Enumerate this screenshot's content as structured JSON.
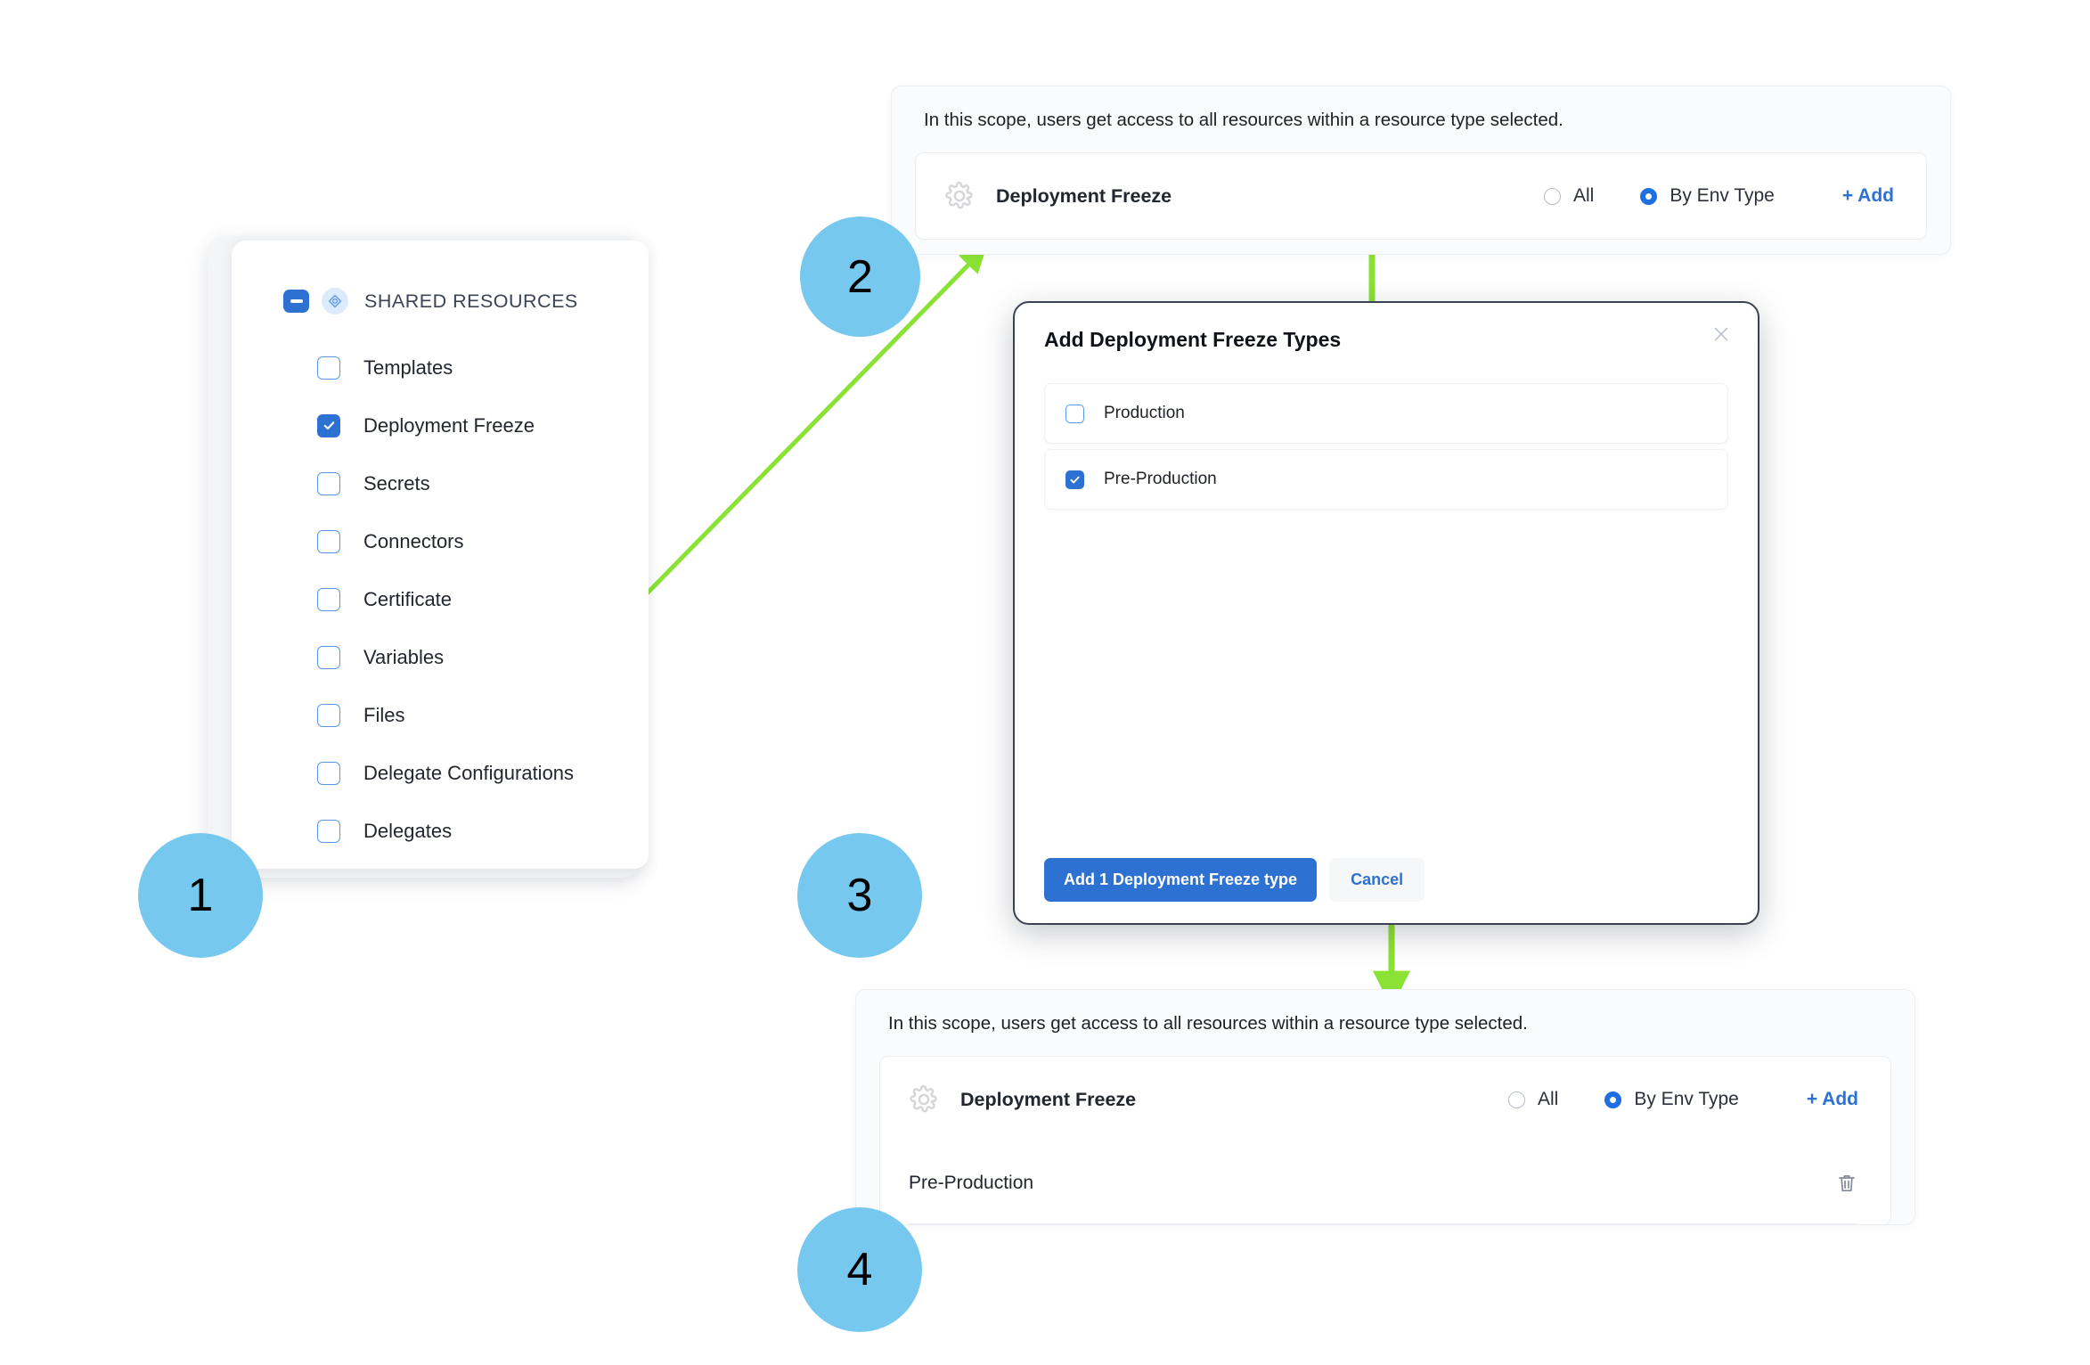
{
  "theme": {
    "accent_blue": "#2d72d2",
    "step_circle_blue": "#77c8ef",
    "arrow_green": "#8ae234",
    "panel_bg": "#fafbfc"
  },
  "steps": [
    {
      "number": "1"
    },
    {
      "number": "2"
    },
    {
      "number": "3"
    },
    {
      "number": "4"
    }
  ],
  "shared_resources_card": {
    "header": {
      "title": "SHARED RESOURCES",
      "collapse_icon": "minus-icon",
      "badge_icon": "shared-resources-icon"
    },
    "items": [
      {
        "label": "Templates",
        "checked": false
      },
      {
        "label": "Deployment Freeze",
        "checked": true
      },
      {
        "label": "Secrets",
        "checked": false
      },
      {
        "label": "Connectors",
        "checked": false
      },
      {
        "label": "Certificate",
        "checked": false
      },
      {
        "label": "Variables",
        "checked": false
      },
      {
        "label": "Files",
        "checked": false
      },
      {
        "label": "Delegate Configurations",
        "checked": false
      },
      {
        "label": "Delegates",
        "checked": false
      }
    ]
  },
  "scope_panel_top": {
    "note": "In this scope, users get access to all resources within a resource type selected.",
    "resource_name": "Deployment Freeze",
    "gear_icon": "gear-icon",
    "radio_all": "All",
    "radio_by_env_type": "By Env Type",
    "selected_radio": "By Env Type",
    "add_label": "+ Add"
  },
  "modal": {
    "title": "Add Deployment Freeze Types",
    "close_icon": "close-icon",
    "options": [
      {
        "label": "Production",
        "checked": false
      },
      {
        "label": "Pre-Production",
        "checked": true
      }
    ],
    "primary_button": "Add 1 Deployment Freeze type",
    "secondary_button": "Cancel"
  },
  "scope_panel_bottom": {
    "note": "In this scope, users get access to all resources within a resource type selected.",
    "resource_name": "Deployment Freeze",
    "gear_icon": "gear-icon",
    "radio_all": "All",
    "radio_by_env_type": "By Env Type",
    "selected_radio": "By Env Type",
    "add_label": "+ Add",
    "selected_values": [
      {
        "label": "Pre-Production",
        "delete_icon": "trash-icon"
      }
    ]
  }
}
